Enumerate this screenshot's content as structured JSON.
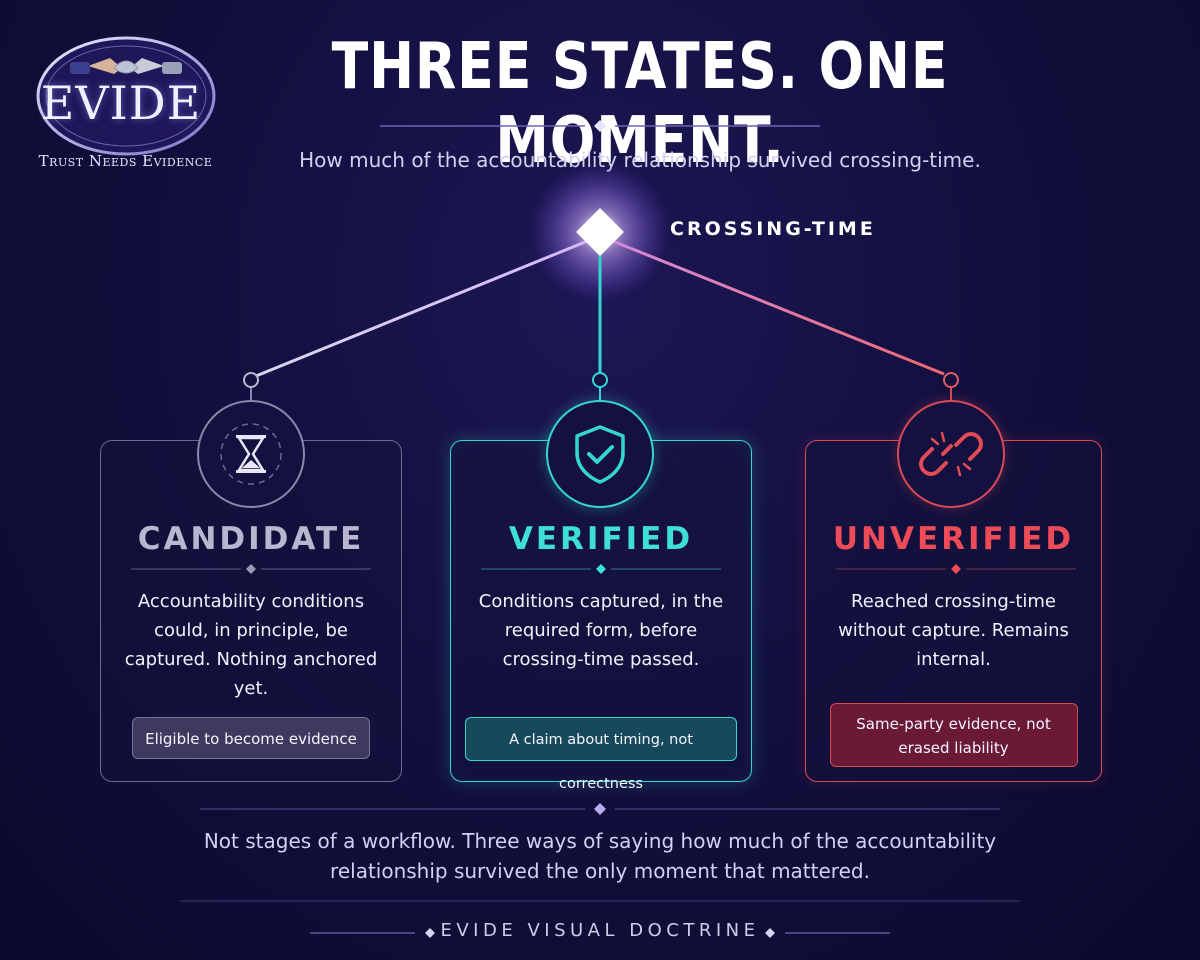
{
  "logo": {
    "wordmark": "EVIDE",
    "tagline": "Trust Needs Evidence"
  },
  "header": {
    "title": "THREE STATES. ONE MOMENT.",
    "subtitle": "How much of the accountability relationship survived crossing-time."
  },
  "diagram": {
    "root_label": "CROSSING-TIME",
    "colors": {
      "candidate": "#8a87a8",
      "verified": "#35d6cf",
      "unverified": "#d84a53"
    },
    "states": [
      {
        "title": "CANDIDATE",
        "icon": "hourglass-icon",
        "description": "Accountability conditions could, in principle, be captured. Nothing anchored yet.",
        "tag": "Eligible to become evidence"
      },
      {
        "title": "VERIFIED",
        "icon": "shield-check-icon",
        "description": "Conditions captured, in the required form, before crossing-time passed.",
        "tag": "A claim about timing, not correctness"
      },
      {
        "title": "UNVERIFIED",
        "icon": "broken-link-icon",
        "description": "Reached crossing-time without capture. Remains internal.",
        "tag": "Same-party evidence, not erased liability"
      }
    ]
  },
  "footer": {
    "text": "Not stages of a workflow. Three ways of saying how much of the accountability relationship survived the only moment that mattered.",
    "brand": "EVIDE VISUAL DOCTRINE"
  }
}
